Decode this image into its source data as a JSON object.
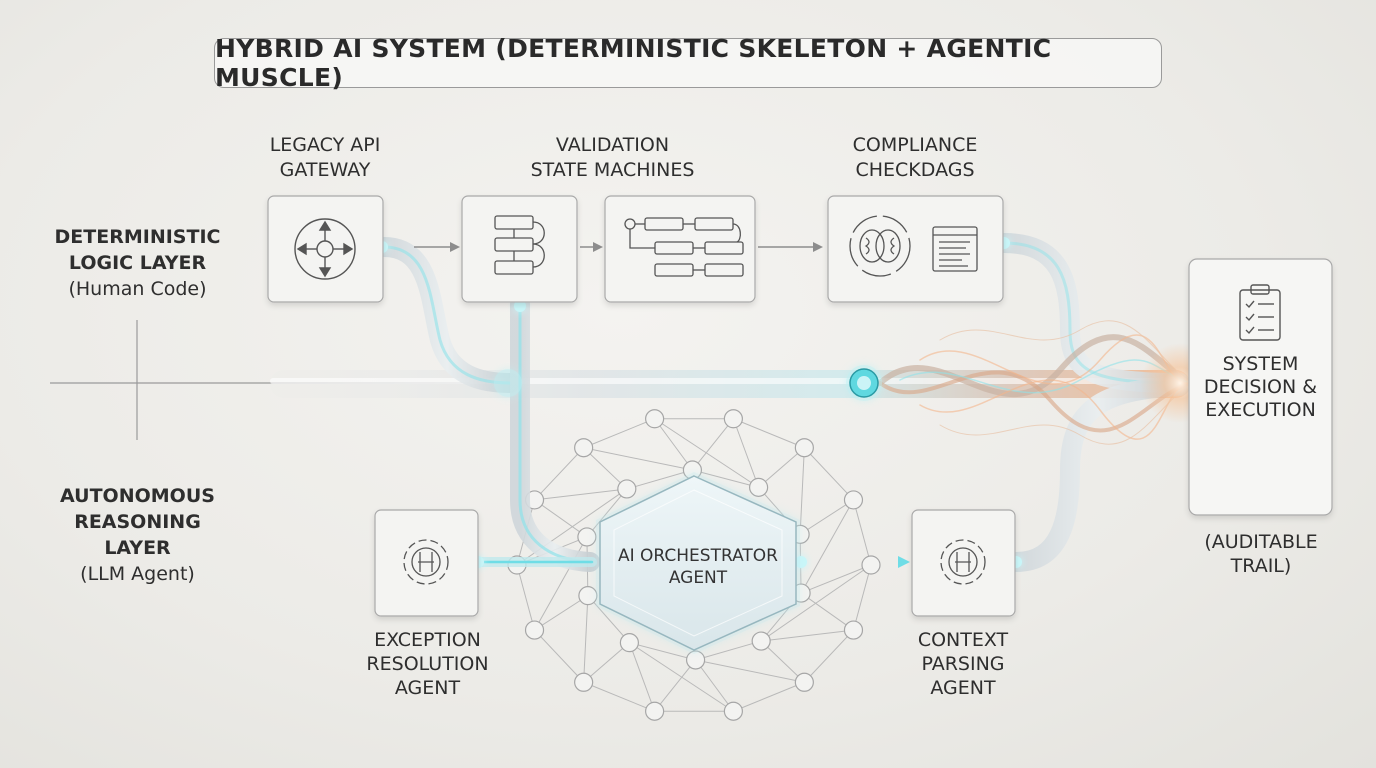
{
  "title": "HYBRID AI SYSTEM (DETERMINISTIC SKELETON + AGENTIC MUSCLE)",
  "layers": {
    "deterministic": {
      "name_line1": "DETERMINISTIC",
      "name_line2": "LOGIC LAYER",
      "sub": "(Human Code)"
    },
    "autonomous": {
      "name_line1": "AUTONOMOUS",
      "name_line2": "REASONING",
      "name_line3": "LAYER",
      "sub": "(LLM Agent)"
    }
  },
  "nodes": {
    "legacy_api": {
      "line1": "LEGACY API",
      "line2": "GATEWAY",
      "icon": "compass-gateway-icon"
    },
    "validation": {
      "line1": "VALIDATION",
      "line2": "STATE MACHINES",
      "icon": "flowchart-icon"
    },
    "compliance": {
      "line1": "COMPLIANCE",
      "line2": "CHECKDAGS",
      "icon": "brain-checklist-icon"
    },
    "orchestrator": {
      "line1": "AI ORCHESTRATOR",
      "line2": "AGENT"
    },
    "exception": {
      "line1": "EXCEPTION",
      "line2": "RESOLUTION",
      "line3": "AGENT",
      "icon": "agent-gear-icon"
    },
    "context": {
      "line1": "CONTEXT",
      "line2": "PARSING",
      "line3": "AGENT",
      "icon": "agent-gear-icon"
    },
    "system": {
      "line1": "SYSTEM",
      "line2": "DECISION &",
      "line3": "EXECUTION",
      "icon": "clipboard-checklist-icon"
    },
    "audit": {
      "line1": "(AUDITABLE",
      "line2": "TRAIL)"
    }
  },
  "colors": {
    "accent_cyan": "#5fd8e0",
    "accent_orange": "#f2a774",
    "box_border": "#a9a9a9",
    "box_fill": "#f4f4f2",
    "line_gray": "#8d8d8d"
  }
}
